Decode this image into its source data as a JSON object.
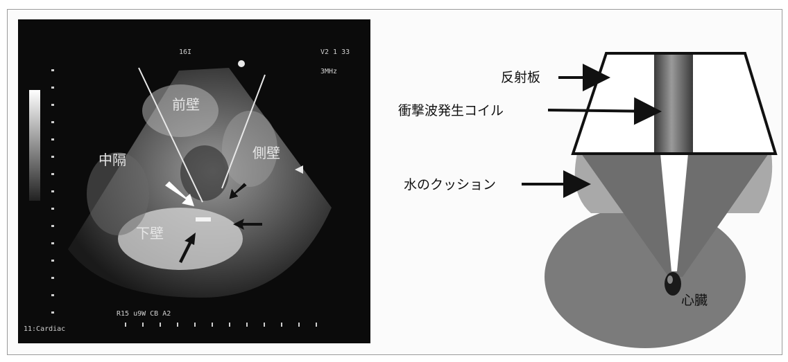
{
  "ultrasound": {
    "labels": {
      "anterior_wall": "前壁",
      "septum": "中隔",
      "lateral_wall": "側壁",
      "inferior_wall": "下壁"
    },
    "overlay_text": {
      "bottom_params": "R15 u9W CB A2",
      "bottom_left": "11:Cardiac",
      "top_center": "16I",
      "top_right_1": "V2 1 33",
      "top_right_2": "3MHz"
    }
  },
  "diagram": {
    "labels": {
      "reflector": "反射板",
      "coil": "衝撃波発生コイル",
      "water_cushion": "水のクッション",
      "heart": "心臓"
    },
    "colors": {
      "cone": "#6e6e6e",
      "cushion": "#a9a9a9",
      "body_ellipse": "#7b7b7b",
      "coil": "#5c5c5c"
    }
  }
}
